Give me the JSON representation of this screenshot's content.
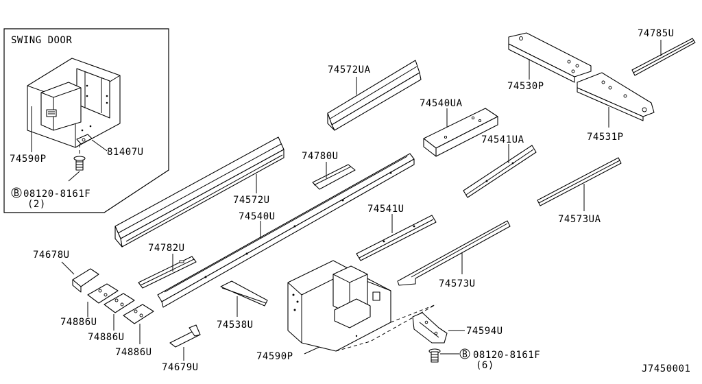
{
  "inset": {
    "title": "SWING DOOR"
  },
  "labels": {
    "p74590P_inset": "74590P",
    "p81407U": "81407U",
    "bolt_inset_a": "08120-8161F",
    "bolt_inset_b": "(2)",
    "p74572UA": "74572UA",
    "p74530P": "74530P",
    "p74785U": "74785U",
    "p74531P": "74531P",
    "p74540UA": "74540UA",
    "p74541UA": "74541UA",
    "p74780U": "74780U",
    "p74572U": "74572U",
    "p74540U": "74540U",
    "p74541U": "74541U",
    "p74573UA": "74573UA",
    "p74678U": "74678U",
    "p74782U": "74782U",
    "p74573U": "74573U",
    "p74886U_1": "74886U",
    "p74886U_2": "74886U",
    "p74886U_3": "74886U",
    "p74538U": "74538U",
    "p74594U": "74594U",
    "p74590P": "74590P",
    "bolt_a": "08120-8161F",
    "bolt_b": "(6)",
    "p74679U": "74679U",
    "bolt_symbol": "B",
    "diagram_id": "J7450001"
  }
}
